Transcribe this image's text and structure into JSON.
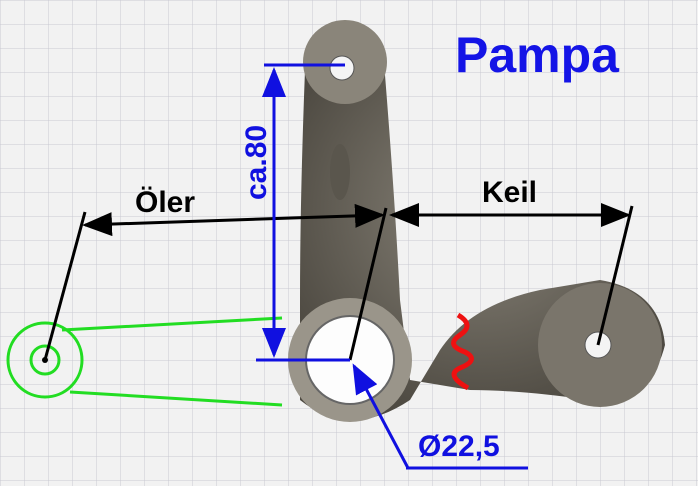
{
  "title": "Pampa",
  "labels": {
    "height_dim": "ca.80",
    "oiler_arm": "Öler",
    "wedge_arm": "Keil",
    "bore_diameter": "Ø22,5"
  },
  "colors": {
    "paper": "#f2f2f2",
    "grid": "#c9c9d2",
    "part": "#6c675c",
    "title": "#1414e6",
    "dimension_blue": "#1010e0",
    "dimension_black": "#000000",
    "pulley_green": "#22dd22",
    "break_red": "#ee1111"
  }
}
